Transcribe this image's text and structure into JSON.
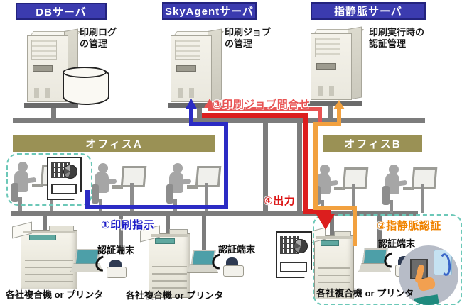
{
  "servers": [
    {
      "banner": "DBサーバ",
      "caption_line1": "印刷ログ",
      "caption_line2": "の管理"
    },
    {
      "banner": "SkyAgentサーバ",
      "caption_line1": "印刷ジョブ",
      "caption_line2": "の管理"
    },
    {
      "banner": "指静脈サーバ",
      "caption_line1": "印刷実行時の",
      "caption_line2": "認証管理"
    }
  ],
  "offices": [
    {
      "label": "オフィスA"
    },
    {
      "label": "オフィスB"
    }
  ],
  "flows": [
    {
      "label": "①印刷指示",
      "color": "#1E1EC8"
    },
    {
      "label": "②指静脈認証",
      "color": "#F08300"
    },
    {
      "label": "③印刷ジョブ問合せ",
      "color": "#E85353"
    },
    {
      "label": "④出力",
      "color": "#DC1414"
    }
  ],
  "labels": {
    "auth_terminal": "認証端末",
    "printer": "各社複合機 or プリンタ"
  },
  "colors": {
    "server_banner_bg": "#3B3BAF",
    "office_banner_bg": "#9A9155",
    "lan_line": "#7C7C7C",
    "flow_print_blue": "#2B2BC4",
    "flow_query_red": "#E85353",
    "flow_output_red": "#DC1E1E",
    "flow_auth_orange": "#F2A13F",
    "dashed_highlight": "#6CC8B8"
  }
}
